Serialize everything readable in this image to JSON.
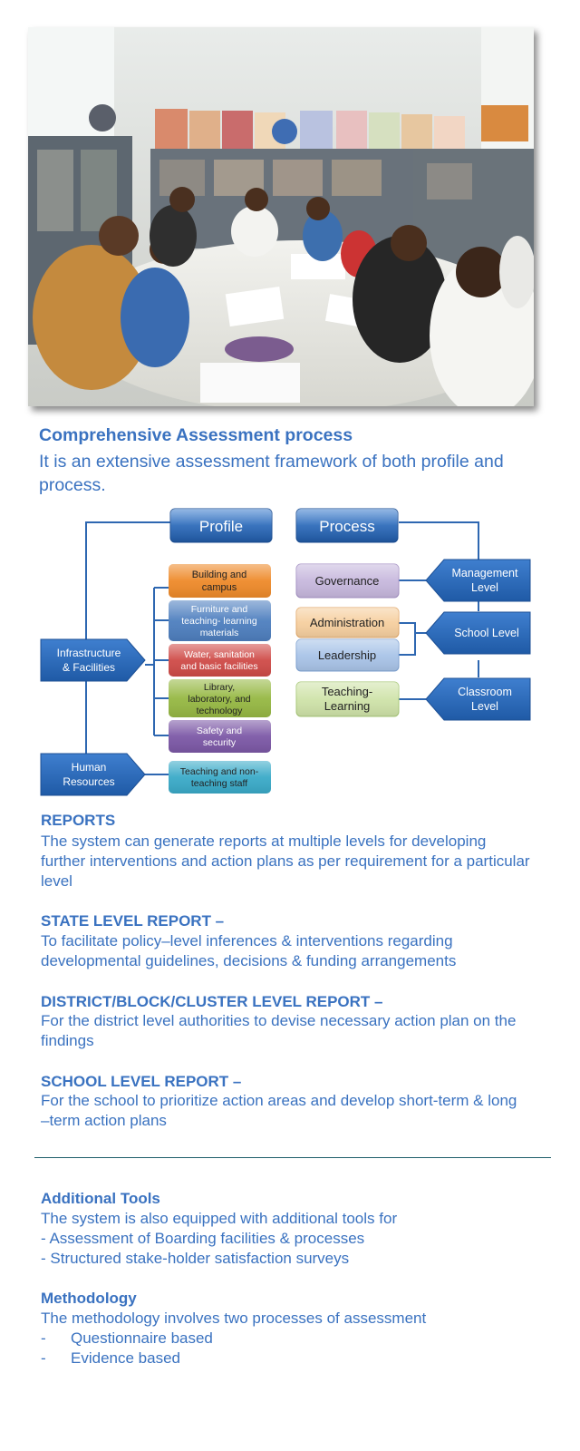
{
  "intro": {
    "title": "Comprehensive Assessment process",
    "text": "It is an extensive assessment framework of both profile and process."
  },
  "diagram": {
    "profile_header": "Profile",
    "process_header": "Process",
    "left_blocks": [
      {
        "lines": [
          "Infrastructure",
          "& Facilities"
        ]
      },
      {
        "lines": [
          "Human",
          "Resources"
        ]
      }
    ],
    "profile_items": [
      {
        "lines": [
          "Building and",
          "campus"
        ],
        "color": "#ee8a2a"
      },
      {
        "lines": [
          "Furniture and",
          "teaching- learning",
          "materials"
        ],
        "color": "#4e7fbf"
      },
      {
        "lines": [
          "Water, sanitation",
          "and basic facilities"
        ],
        "color": "#cf4b48"
      },
      {
        "lines": [
          "Library,",
          "laboratory, and",
          "technology"
        ],
        "color": "#96b843"
      },
      {
        "lines": [
          "Safety and",
          "security"
        ],
        "color": "#7c58a6"
      },
      {
        "lines": [
          "Teaching and non-",
          "teaching staff"
        ],
        "color": "#3aaac8"
      }
    ],
    "process_items": [
      {
        "lines": [
          "Governance"
        ],
        "color": "#c7b8dd"
      },
      {
        "lines": [
          "Administration"
        ],
        "color": "#f6cf9f"
      },
      {
        "lines": [
          "Leadership"
        ],
        "color": "#a9c4e8"
      },
      {
        "lines": [
          "Teaching-",
          "Learning"
        ],
        "color": "#cfe3a9"
      }
    ],
    "levels": [
      {
        "lines": [
          "Management",
          "Level"
        ]
      },
      {
        "lines": [
          "School Level"
        ]
      },
      {
        "lines": [
          "Classroom",
          "Level"
        ]
      }
    ]
  },
  "reports": {
    "heading": "REPORTS",
    "text": "The system can generate reports at multiple levels for developing further interventions and action plans as per requirement for a particular level",
    "state_heading": "STATE LEVEL REPORT –",
    "state_text": "To facilitate policy–level inferences & interventions regarding developmental guidelines, decisions  & funding arrangements",
    "district_heading": "DISTRICT/BLOCK/CLUSTER LEVEL REPORT –",
    "district_text": "For the district level authorities to devise necessary action plan on the findings",
    "school_heading": "SCHOOL LEVEL REPORT –",
    "school_text": "For the school to prioritize action areas and develop short-term & long –term action plans"
  },
  "tools": {
    "heading": "Additional Tools",
    "intro": "The system is also equipped with additional tools for",
    "items": [
      "- Assessment of Boarding facilities & processes",
      "- Structured stake-holder satisfaction surveys"
    ]
  },
  "methodology": {
    "heading": "Methodology",
    "intro": "The methodology involves two processes of assessment",
    "dash": "-",
    "items": [
      "Questionnaire based",
      "Evidence based"
    ]
  }
}
